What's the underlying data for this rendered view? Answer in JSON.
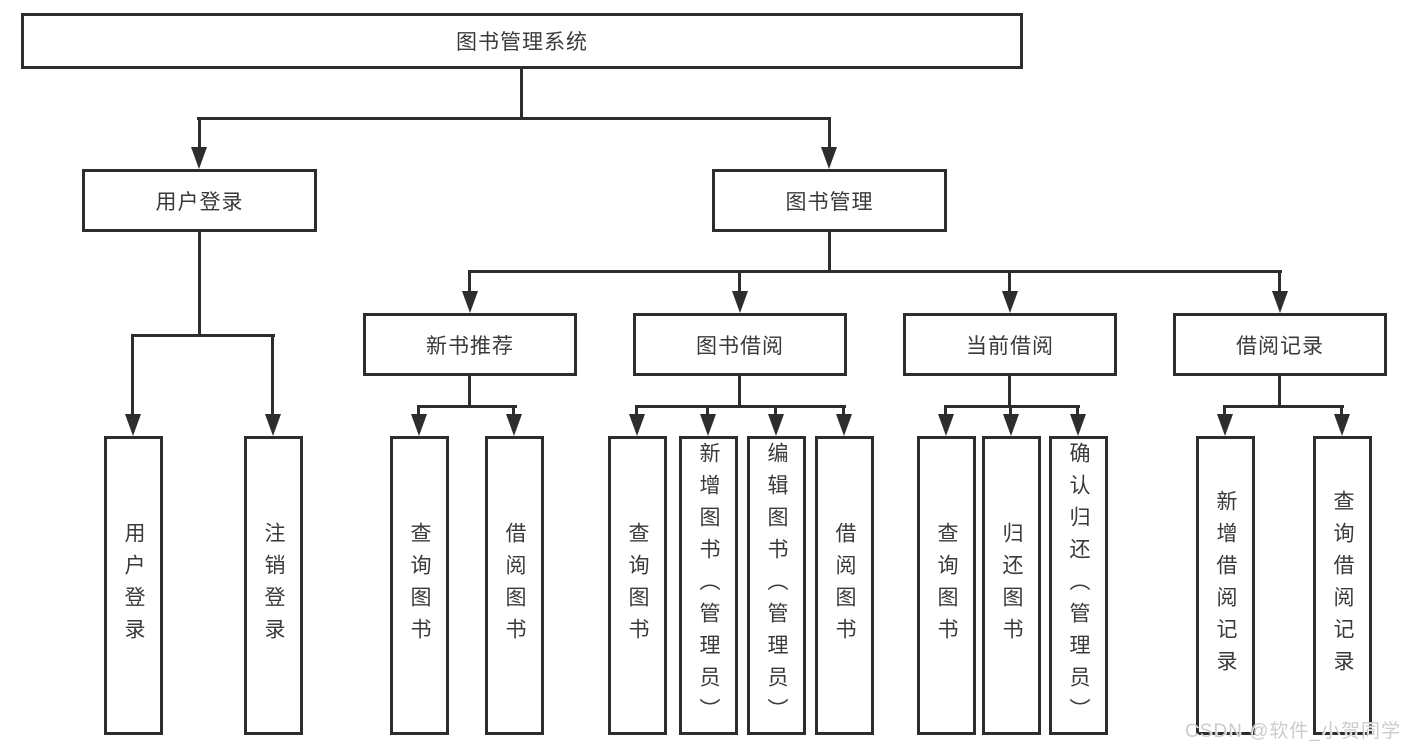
{
  "diagram": {
    "root_label": "图书管理系统",
    "nodes": {
      "user_login": "用户登录",
      "book_mgmt": "图书管理",
      "new_books": "新书推荐",
      "book_borrow": "图书借阅",
      "current_borrow": "当前借阅",
      "borrow_records": "借阅记录"
    },
    "leaves": {
      "user_login_leaf": "用户登录",
      "logout": "注销登录",
      "nb_query": "查询图书",
      "nb_borrow": "借阅图书",
      "bb_query": "查询图书",
      "bb_add": "新增图书（管理员）",
      "bb_edit": "编辑图书（管理员）",
      "bb_borrow": "借阅图书",
      "cb_query": "查询图书",
      "cb_return": "归还图书",
      "cb_confirm": "确认归还（管理员）",
      "br_add": "新增借阅记录",
      "br_query": "查询借阅记录"
    },
    "watermark": "CSDN @软件_小贺同学",
    "colors": {
      "line": "#2d2d2d",
      "text": "#3a3a3a",
      "background": "#ffffff",
      "watermark": "#c9c9c9"
    }
  }
}
